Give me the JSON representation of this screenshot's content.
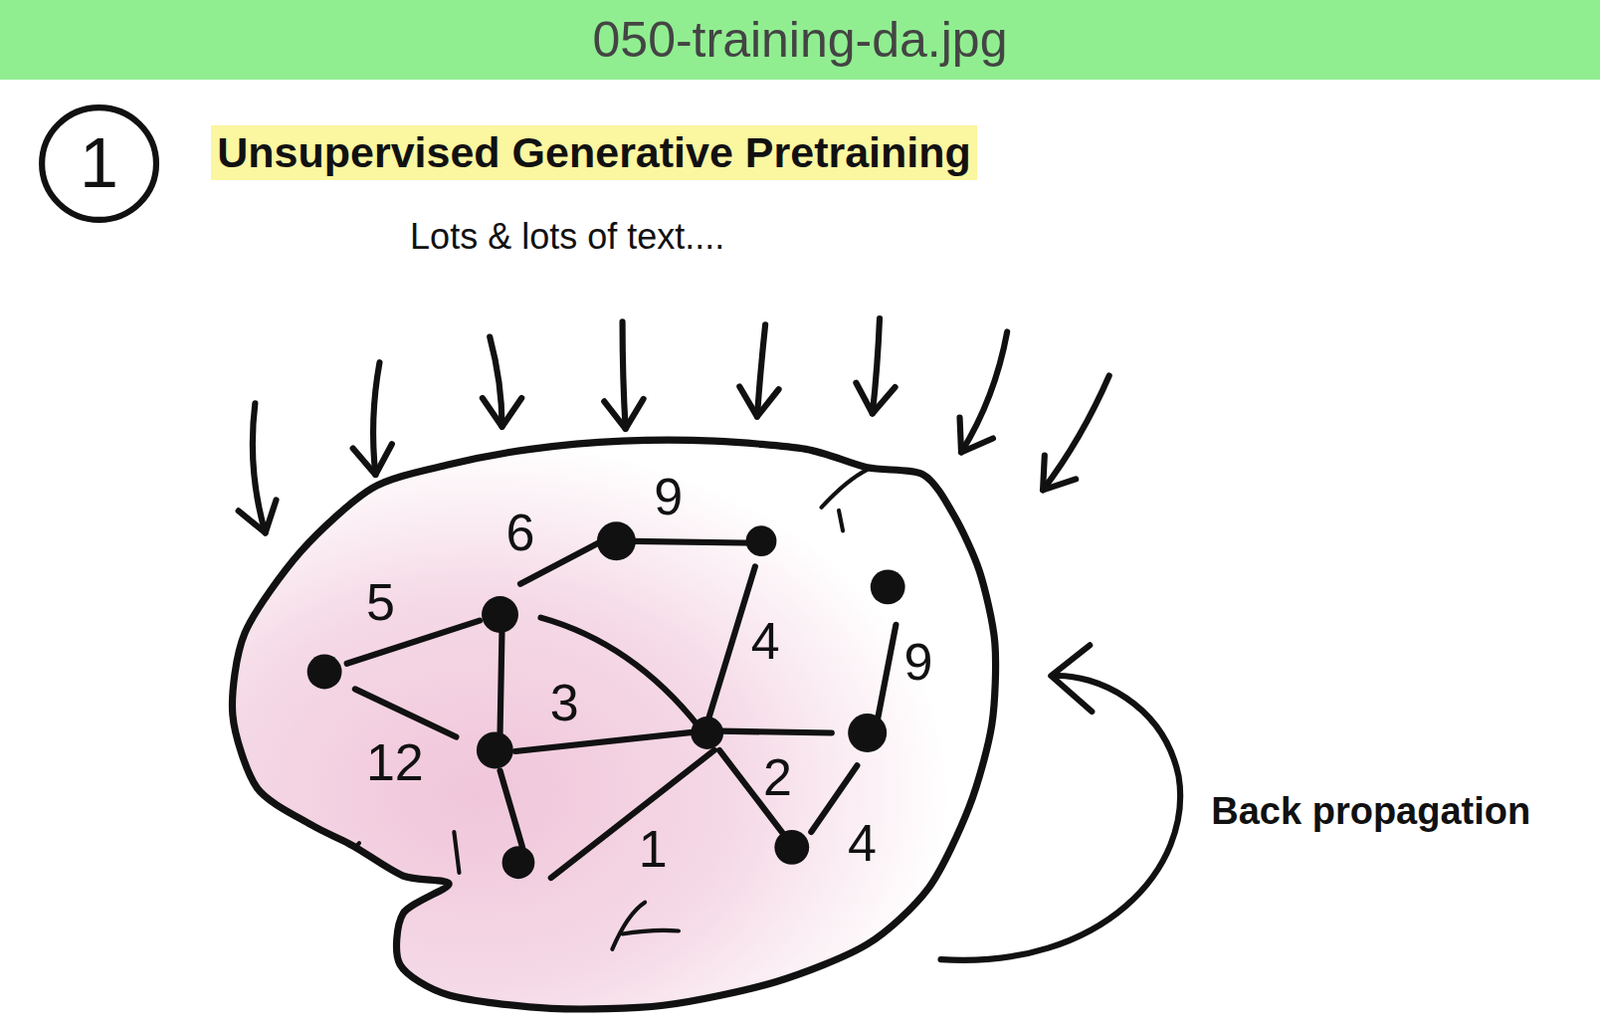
{
  "diagram": {
    "title": "Unsupervised Generative Pretraining",
    "nodes": [
      {
        "text": [
          "050-training-da.jpg"
        ]
      },
      {
        "text": [
          "1"
        ]
      }
    ],
    "labels": [
      "Lots & lots of text....",
      "6",
      "9",
      "5",
      "4",
      "9",
      "3",
      "12",
      "2",
      "1",
      "4",
      "Back propagation"
    ]
  }
}
